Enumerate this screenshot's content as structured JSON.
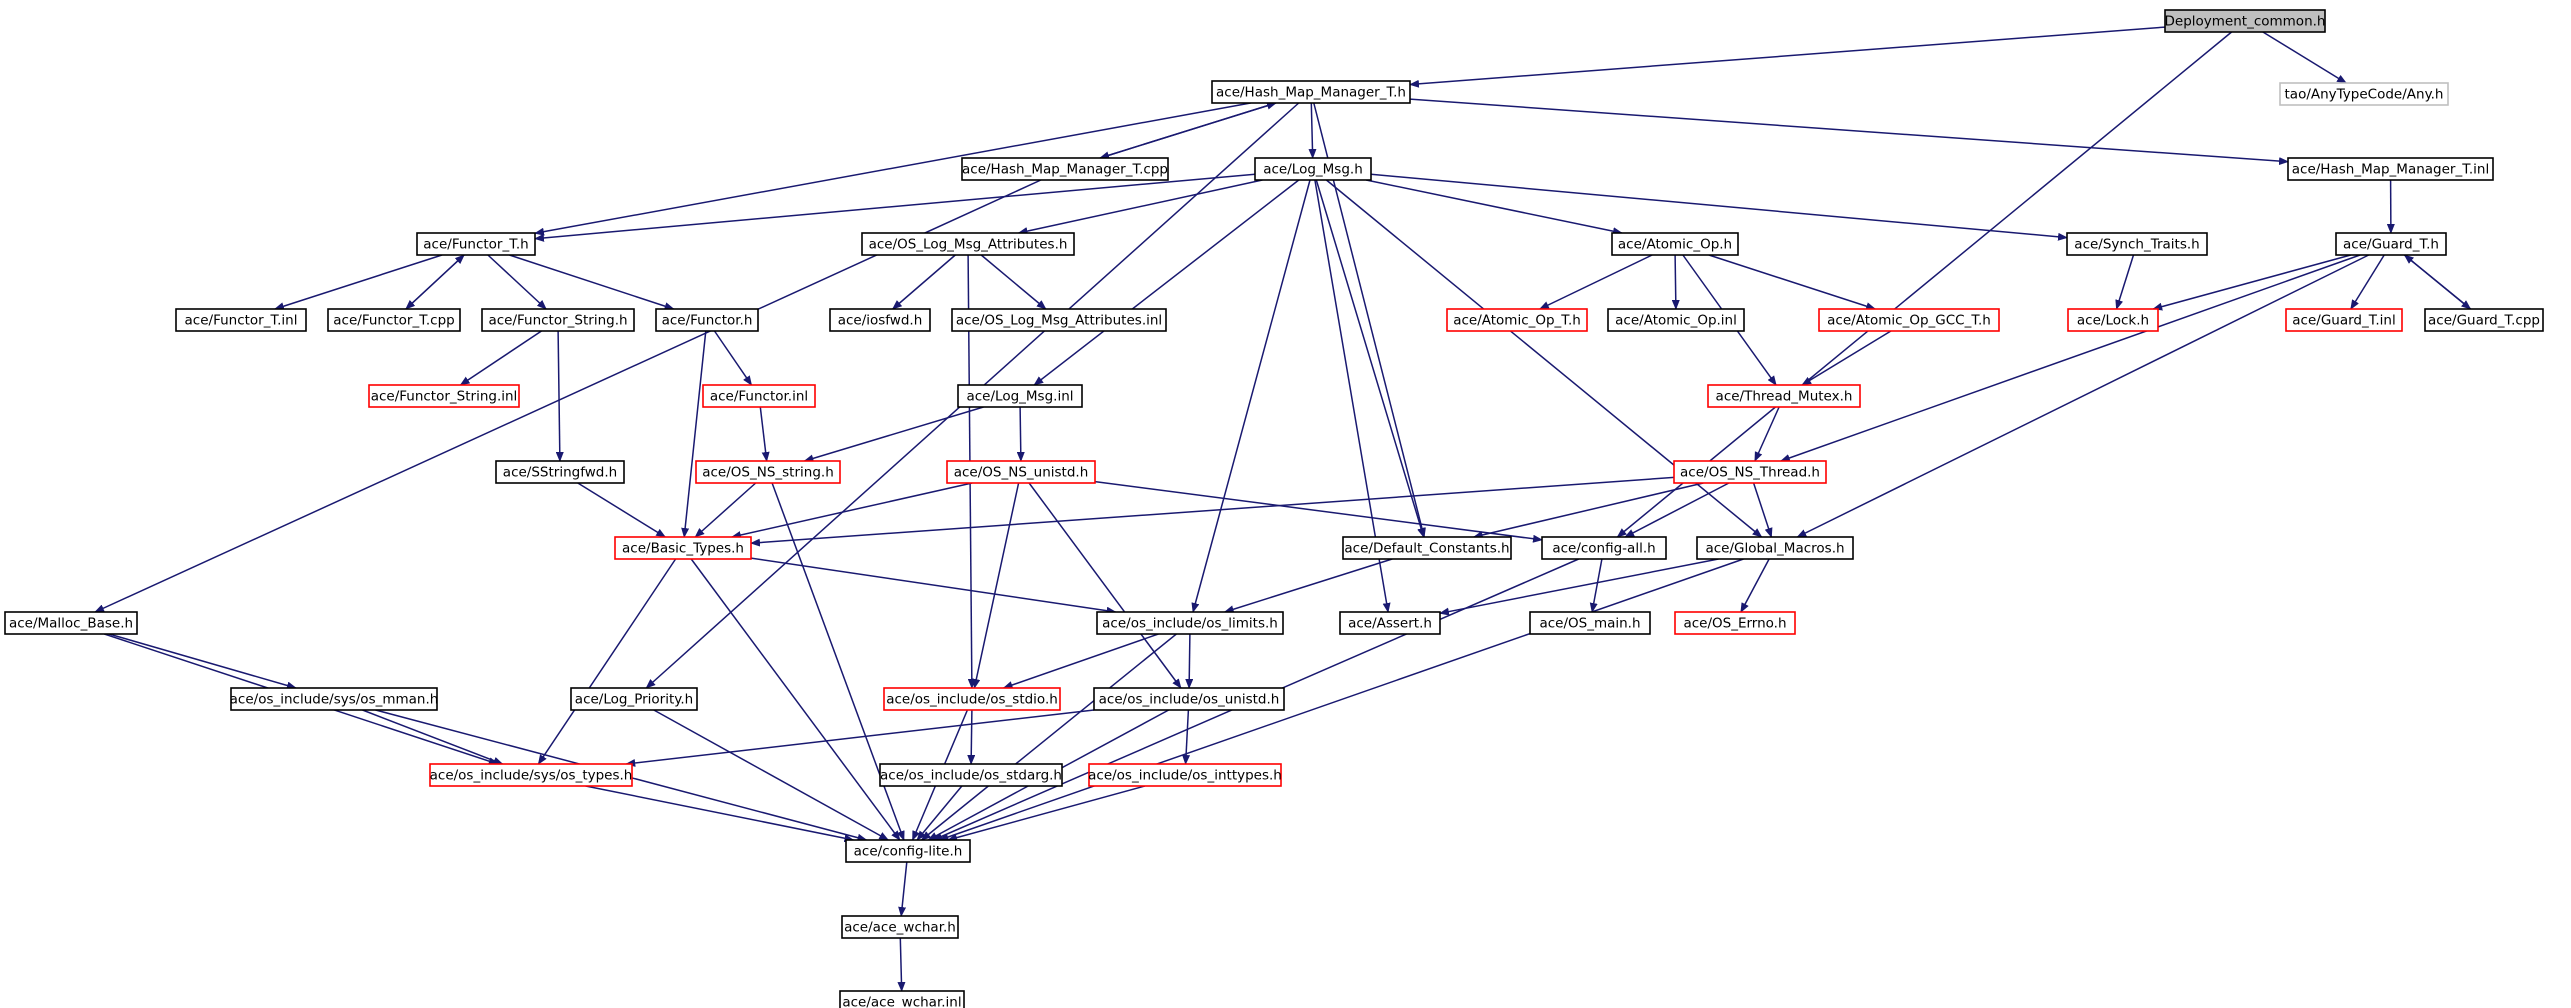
{
  "graph": {
    "nodes": [
      {
        "id": "deployment_common",
        "label": "Deployment_common.h",
        "style": "root"
      },
      {
        "id": "hash_map_manager_t_h",
        "label": "ace/Hash_Map_Manager_T.h",
        "style": "normal"
      },
      {
        "id": "any_h",
        "label": "tao/AnyTypeCode/Any.h",
        "style": "gray"
      },
      {
        "id": "hash_map_manager_t_cpp",
        "label": "ace/Hash_Map_Manager_T.cpp",
        "style": "normal"
      },
      {
        "id": "log_msg_h",
        "label": "ace/Log_Msg.h",
        "style": "normal"
      },
      {
        "id": "hash_map_manager_t_inl",
        "label": "ace/Hash_Map_Manager_T.inl",
        "style": "normal"
      },
      {
        "id": "functor_t_h",
        "label": "ace/Functor_T.h",
        "style": "normal"
      },
      {
        "id": "os_log_msg_attributes_h",
        "label": "ace/OS_Log_Msg_Attributes.h",
        "style": "normal"
      },
      {
        "id": "atomic_op_h",
        "label": "ace/Atomic_Op.h",
        "style": "normal"
      },
      {
        "id": "synch_traits_h",
        "label": "ace/Synch_Traits.h",
        "style": "normal"
      },
      {
        "id": "guard_t_h",
        "label": "ace/Guard_T.h",
        "style": "normal"
      },
      {
        "id": "functor_t_inl",
        "label": "ace/Functor_T.inl",
        "style": "normal"
      },
      {
        "id": "functor_t_cpp",
        "label": "ace/Functor_T.cpp",
        "style": "normal"
      },
      {
        "id": "functor_string_h",
        "label": "ace/Functor_String.h",
        "style": "normal"
      },
      {
        "id": "functor_h",
        "label": "ace/Functor.h",
        "style": "normal"
      },
      {
        "id": "iosfwd_h",
        "label": "ace/iosfwd.h",
        "style": "normal"
      },
      {
        "id": "os_log_msg_attributes_inl",
        "label": "ace/OS_Log_Msg_Attributes.inl",
        "style": "normal"
      },
      {
        "id": "atomic_op_t_h",
        "label": "ace/Atomic_Op_T.h",
        "style": "red"
      },
      {
        "id": "atomic_op_inl",
        "label": "ace/Atomic_Op.inl",
        "style": "normal"
      },
      {
        "id": "atomic_op_gcc_t_h",
        "label": "ace/Atomic_Op_GCC_T.h",
        "style": "red"
      },
      {
        "id": "lock_h",
        "label": "ace/Lock.h",
        "style": "red"
      },
      {
        "id": "guard_t_inl",
        "label": "ace/Guard_T.inl",
        "style": "red"
      },
      {
        "id": "guard_t_cpp",
        "label": "ace/Guard_T.cpp",
        "style": "normal"
      },
      {
        "id": "functor_string_inl",
        "label": "ace/Functor_String.inl",
        "style": "red"
      },
      {
        "id": "functor_inl",
        "label": "ace/Functor.inl",
        "style": "red"
      },
      {
        "id": "log_msg_inl",
        "label": "ace/Log_Msg.inl",
        "style": "normal"
      },
      {
        "id": "thread_mutex_h",
        "label": "ace/Thread_Mutex.h",
        "style": "red"
      },
      {
        "id": "sstringfwd_h",
        "label": "ace/SStringfwd.h",
        "style": "normal"
      },
      {
        "id": "os_ns_string_h",
        "label": "ace/OS_NS_string.h",
        "style": "red"
      },
      {
        "id": "os_ns_unistd_h",
        "label": "ace/OS_NS_unistd.h",
        "style": "red"
      },
      {
        "id": "os_ns_thread_h",
        "label": "ace/OS_NS_Thread.h",
        "style": "red"
      },
      {
        "id": "basic_types_h",
        "label": "ace/Basic_Types.h",
        "style": "red"
      },
      {
        "id": "default_constants_h",
        "label": "ace/Default_Constants.h",
        "style": "normal"
      },
      {
        "id": "config_all_h",
        "label": "ace/config-all.h",
        "style": "normal"
      },
      {
        "id": "global_macros_h",
        "label": "ace/Global_Macros.h",
        "style": "normal"
      },
      {
        "id": "malloc_base_h",
        "label": "ace/Malloc_Base.h",
        "style": "normal"
      },
      {
        "id": "os_limits_h",
        "label": "ace/os_include/os_limits.h",
        "style": "normal"
      },
      {
        "id": "assert_h",
        "label": "ace/Assert.h",
        "style": "normal"
      },
      {
        "id": "os_main_h",
        "label": "ace/OS_main.h",
        "style": "normal"
      },
      {
        "id": "os_errno_h",
        "label": "ace/OS_Errno.h",
        "style": "red"
      },
      {
        "id": "os_mman_h",
        "label": "ace/os_include/sys/os_mman.h",
        "style": "normal"
      },
      {
        "id": "log_priority_h",
        "label": "ace/Log_Priority.h",
        "style": "normal"
      },
      {
        "id": "os_stdio_h",
        "label": "ace/os_include/os_stdio.h",
        "style": "red"
      },
      {
        "id": "os_unistd_h",
        "label": "ace/os_include/os_unistd.h",
        "style": "normal"
      },
      {
        "id": "os_types_h",
        "label": "ace/os_include/sys/os_types.h",
        "style": "red"
      },
      {
        "id": "os_stdarg_h",
        "label": "ace/os_include/os_stdarg.h",
        "style": "normal"
      },
      {
        "id": "os_inttypes_h",
        "label": "ace/os_include/os_inttypes.h",
        "style": "red"
      },
      {
        "id": "config_lite_h",
        "label": "ace/config-lite.h",
        "style": "normal"
      },
      {
        "id": "ace_wchar_h",
        "label": "ace/ace_wchar.h",
        "style": "normal"
      },
      {
        "id": "ace_wchar_inl",
        "label": "ace/ace_wchar.inl",
        "style": "normal"
      }
    ],
    "edges": [
      [
        "deployment_common",
        "hash_map_manager_t_h"
      ],
      [
        "deployment_common",
        "any_h"
      ],
      [
        "deployment_common",
        "config_all_h"
      ],
      [
        "hash_map_manager_t_h",
        "hash_map_manager_t_cpp"
      ],
      [
        "hash_map_manager_t_h",
        "log_msg_h"
      ],
      [
        "hash_map_manager_t_h",
        "hash_map_manager_t_inl"
      ],
      [
        "hash_map_manager_t_h",
        "functor_t_h"
      ],
      [
        "hash_map_manager_t_h",
        "default_constants_h"
      ],
      [
        "hash_map_manager_t_h",
        "log_priority_h"
      ],
      [
        "hash_map_manager_t_cpp",
        "hash_map_manager_t_h"
      ],
      [
        "hash_map_manager_t_cpp",
        "malloc_base_h"
      ],
      [
        "hash_map_manager_t_inl",
        "guard_t_h"
      ],
      [
        "log_msg_h",
        "functor_t_h"
      ],
      [
        "log_msg_h",
        "os_log_msg_attributes_h"
      ],
      [
        "log_msg_h",
        "atomic_op_h"
      ],
      [
        "log_msg_h",
        "synch_traits_h"
      ],
      [
        "log_msg_h",
        "log_msg_inl"
      ],
      [
        "log_msg_h",
        "default_constants_h"
      ],
      [
        "log_msg_h",
        "global_macros_h"
      ],
      [
        "log_msg_h",
        "os_limits_h"
      ],
      [
        "log_msg_h",
        "assert_h"
      ],
      [
        "functor_t_h",
        "functor_t_inl"
      ],
      [
        "functor_t_h",
        "functor_t_cpp"
      ],
      [
        "functor_t_h",
        "functor_string_h"
      ],
      [
        "functor_t_h",
        "functor_h"
      ],
      [
        "functor_t_cpp",
        "functor_t_h"
      ],
      [
        "os_log_msg_attributes_h",
        "iosfwd_h"
      ],
      [
        "os_log_msg_attributes_h",
        "os_log_msg_attributes_inl"
      ],
      [
        "os_log_msg_attributes_h",
        "os_stdio_h"
      ],
      [
        "atomic_op_h",
        "atomic_op_t_h"
      ],
      [
        "atomic_op_h",
        "atomic_op_inl"
      ],
      [
        "atomic_op_h",
        "atomic_op_gcc_t_h"
      ],
      [
        "atomic_op_h",
        "thread_mutex_h"
      ],
      [
        "atomic_op_gcc_t_h",
        "thread_mutex_h"
      ],
      [
        "synch_traits_h",
        "lock_h"
      ],
      [
        "guard_t_h",
        "lock_h"
      ],
      [
        "guard_t_h",
        "guard_t_inl"
      ],
      [
        "guard_t_h",
        "guard_t_cpp"
      ],
      [
        "guard_t_h",
        "os_ns_thread_h"
      ],
      [
        "guard_t_h",
        "global_macros_h"
      ],
      [
        "guard_t_cpp",
        "guard_t_h"
      ],
      [
        "functor_string_h",
        "functor_string_inl"
      ],
      [
        "functor_string_h",
        "sstringfwd_h"
      ],
      [
        "functor_h",
        "functor_inl"
      ],
      [
        "functor_h",
        "basic_types_h"
      ],
      [
        "functor_inl",
        "os_ns_string_h"
      ],
      [
        "log_msg_inl",
        "os_ns_unistd_h"
      ],
      [
        "log_msg_inl",
        "os_ns_string_h"
      ],
      [
        "thread_mutex_h",
        "os_ns_thread_h"
      ],
      [
        "sstringfwd_h",
        "basic_types_h"
      ],
      [
        "os_ns_string_h",
        "basic_types_h"
      ],
      [
        "os_ns_string_h",
        "config_lite_h"
      ],
      [
        "os_ns_unistd_h",
        "basic_types_h"
      ],
      [
        "os_ns_unistd_h",
        "config_all_h"
      ],
      [
        "os_ns_unistd_h",
        "os_stdio_h"
      ],
      [
        "os_ns_unistd_h",
        "os_unistd_h"
      ],
      [
        "os_ns_thread_h",
        "basic_types_h"
      ],
      [
        "os_ns_thread_h",
        "default_constants_h"
      ],
      [
        "os_ns_thread_h",
        "config_all_h"
      ],
      [
        "os_ns_thread_h",
        "global_macros_h"
      ],
      [
        "basic_types_h",
        "os_limits_h"
      ],
      [
        "basic_types_h",
        "os_types_h"
      ],
      [
        "basic_types_h",
        "config_lite_h"
      ],
      [
        "default_constants_h",
        "os_limits_h"
      ],
      [
        "config_all_h",
        "os_main_h"
      ],
      [
        "config_all_h",
        "config_lite_h"
      ],
      [
        "global_macros_h",
        "assert_h"
      ],
      [
        "global_macros_h",
        "os_errno_h"
      ],
      [
        "global_macros_h",
        "config_lite_h"
      ],
      [
        "malloc_base_h",
        "os_mman_h"
      ],
      [
        "malloc_base_h",
        "os_types_h"
      ],
      [
        "os_limits_h",
        "os_stdio_h"
      ],
      [
        "os_limits_h",
        "os_unistd_h"
      ],
      [
        "os_limits_h",
        "config_lite_h"
      ],
      [
        "os_mman_h",
        "os_types_h"
      ],
      [
        "os_mman_h",
        "config_lite_h"
      ],
      [
        "log_priority_h",
        "config_lite_h"
      ],
      [
        "os_stdio_h",
        "os_stdarg_h"
      ],
      [
        "os_stdio_h",
        "config_lite_h"
      ],
      [
        "os_unistd_h",
        "os_types_h"
      ],
      [
        "os_unistd_h",
        "os_inttypes_h"
      ],
      [
        "os_unistd_h",
        "config_lite_h"
      ],
      [
        "os_types_h",
        "config_lite_h"
      ],
      [
        "os_stdarg_h",
        "config_lite_h"
      ],
      [
        "os_inttypes_h",
        "config_lite_h"
      ],
      [
        "config_lite_h",
        "ace_wchar_h"
      ],
      [
        "ace_wchar_h",
        "ace_wchar_inl"
      ]
    ]
  }
}
